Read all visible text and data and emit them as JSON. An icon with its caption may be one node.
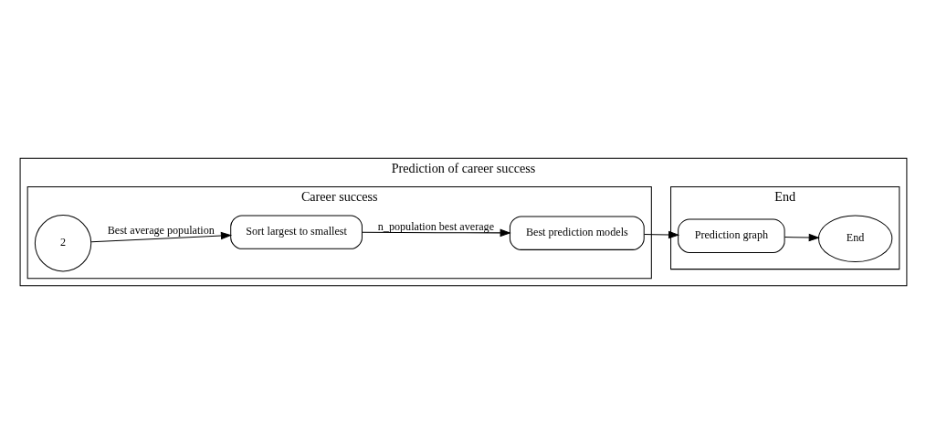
{
  "diagram": {
    "nodes": [
      {
        "text": [
          "Prediction of career success"
        ]
      },
      {
        "text": [
          "Career success"
        ],
        "in": 0
      },
      {
        "text": [
          "End"
        ],
        "in": 0
      },
      {
        "text": [
          "2"
        ],
        "in": 1
      },
      {
        "text": [
          "Best prediction models"
        ],
        "in": 1
      },
      {
        "text": [
          "Sort largest to smallest"
        ],
        "in": 1
      },
      {
        "text": [
          "Prediction graph"
        ],
        "in": 2
      },
      {
        "text": [
          "End"
        ],
        "in": 2
      }
    ],
    "edges": [
      {
        "from": 3,
        "to": 5,
        "arrow": "to",
        "label": "Best average population"
      },
      {
        "from": 5,
        "to": 4,
        "arrow": "to",
        "label": "n_population best average"
      },
      {
        "from": 4,
        "to": 6,
        "arrow": "to"
      },
      {
        "from": 6,
        "to": 7,
        "arrow": "to"
      }
    ]
  }
}
